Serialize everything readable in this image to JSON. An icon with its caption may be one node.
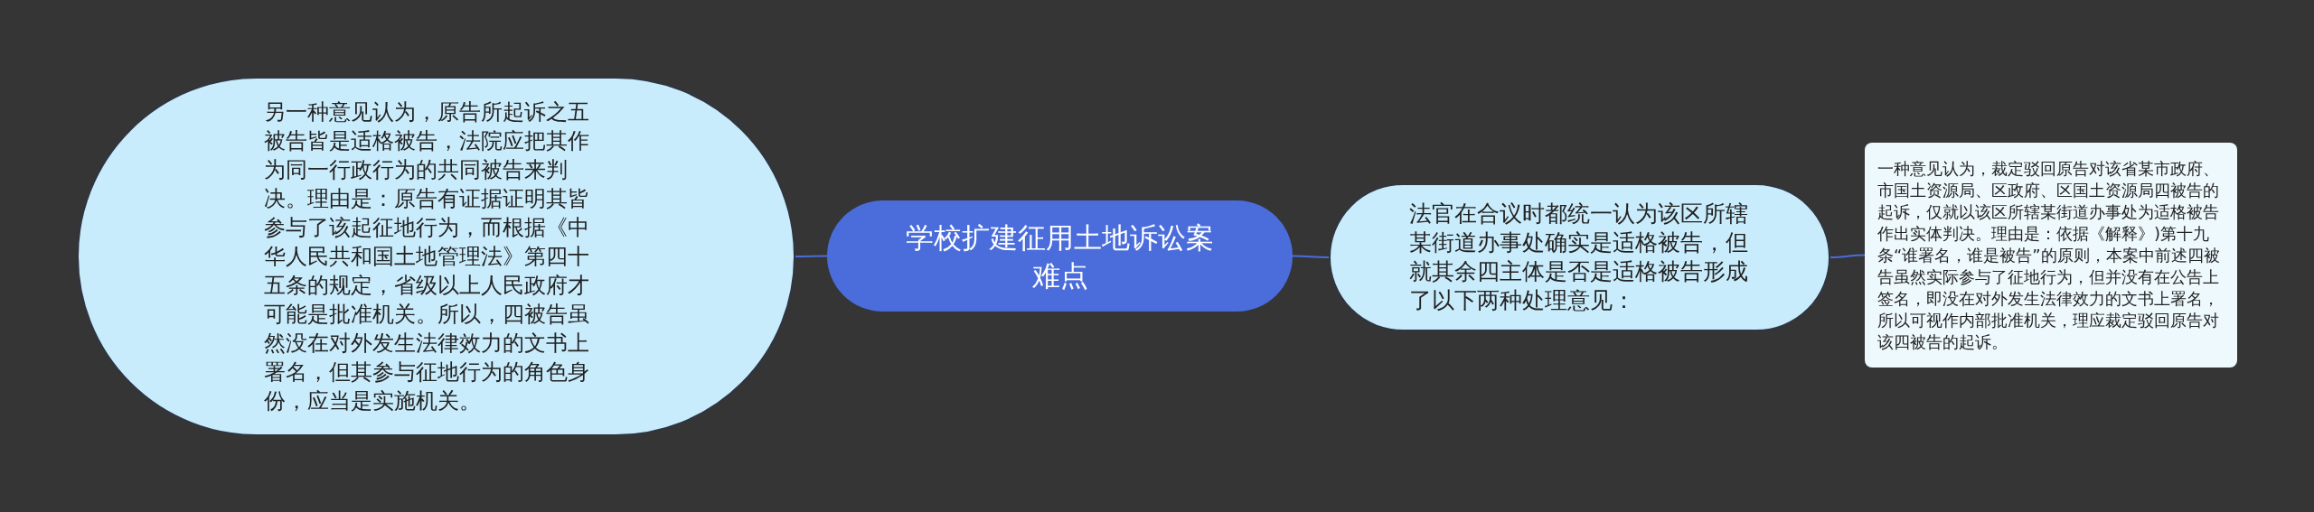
{
  "diagram": {
    "nodes": [
      {
        "text": [
          "学校扩建征用土地诉讼案难点"
        ]
      },
      {
        "text": [
          "另一种意见认为，原告所起诉之五被告皆是适格被告，法院应把其作为同一行政行为的共同被告来判决。理由是：原告有证据证明其皆参与了该起征地行为，而根据《中华人民共和国土地管理法》第四十五条的规定，省级以上人民政府才可能是批准机关。所以，四被告虽然没在对外发生法律效力的文书上署名，但其参与征地行为的角色身份，应当是实施机关。"
        ]
      },
      {
        "text": [
          "法官在合议时都统一认为该区所辖某街道办事处确实是适格被告，但就其余四主体是否是适格被告形成了以下两种处理意见："
        ]
      },
      {
        "text": [
          "一种意见认为，裁定驳回原告对该省某市政府、市国土资源局、区政府、区国土资源局四被告的起诉，仅就以该区所辖某街道办事处为适格被告作出实体判决。理由是：依据《解释》)第十九条“谁署名，谁是被告”的原则，本案中前述四被告虽然实际参与了征地行为，但并没有在公告上签名，即没在对外发生法律效力的文书上署名，所以可视作内部批准机关，理应裁定驳回原告对该四被告的起诉。"
        ]
      }
    ],
    "edges": [
      {
        "from": 0,
        "to": 1,
        "arrow": "none"
      },
      {
        "from": 0,
        "to": 2,
        "arrow": "none"
      },
      {
        "from": 2,
        "to": 3,
        "arrow": "none"
      }
    ]
  }
}
